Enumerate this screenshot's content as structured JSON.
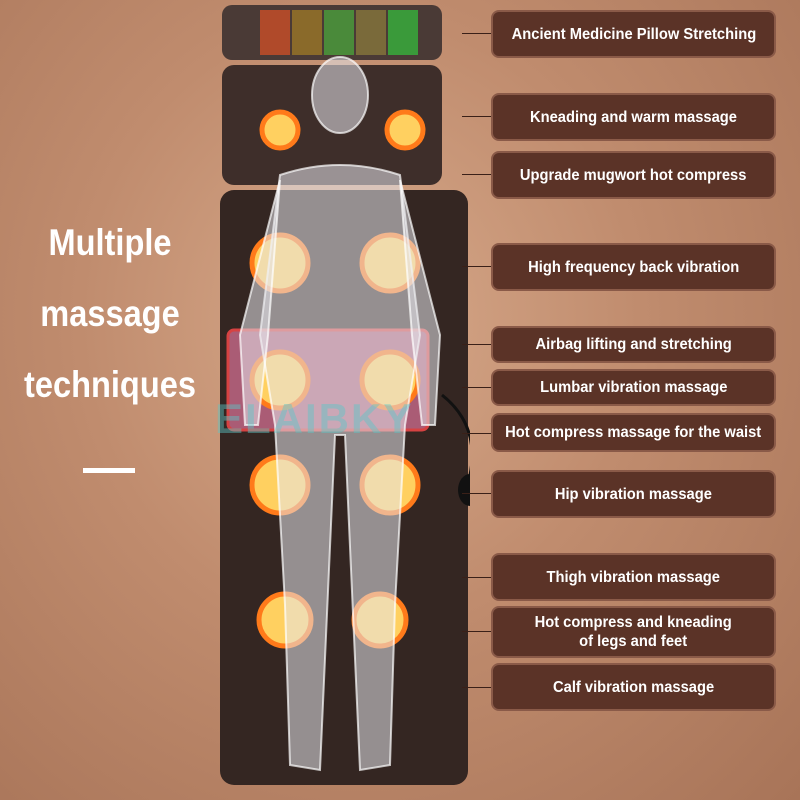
{
  "headline": [
    "Multiple",
    "massage",
    "techniques"
  ],
  "watermark": "ELAIBKY",
  "labels": [
    "Ancient Medicine Pillow Stretching",
    "Kneading and warm massage",
    "Upgrade mugwort hot compress",
    "High frequency back vibration",
    "Airbag lifting and stretching",
    "Lumbar vibration massage",
    "Hot compress massage for the waist",
    "Hip vibration massage",
    "Thigh vibration massage",
    "Hot compress and kneading\nof legs and feet",
    "Calf vibration massage"
  ],
  "colors": {
    "label_bg": "#5b3327",
    "mat": "#3a2a26",
    "heat": "#ff8a1a",
    "background": "#c08c6e"
  }
}
